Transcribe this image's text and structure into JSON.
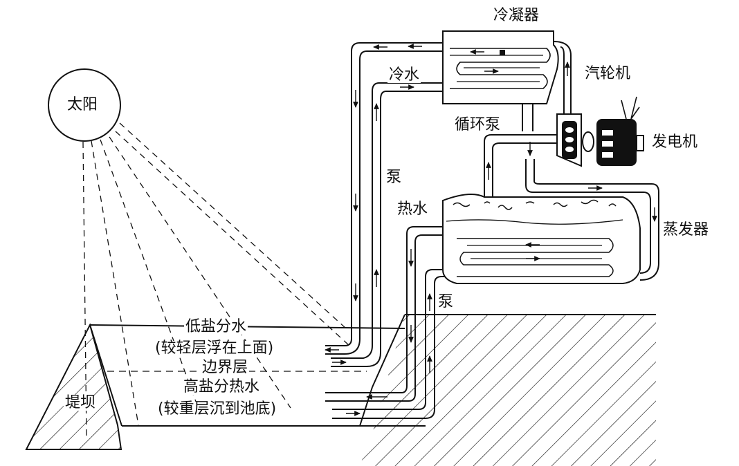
{
  "labels": {
    "sun": "太阳",
    "condenser": "冷凝器",
    "turbine": "汽轮机",
    "cold_water": "冷水",
    "circ_pump": "循环泵",
    "generator": "发电机",
    "pump_upper": "泵",
    "hot_water": "热水",
    "evaporator": "蒸发器",
    "pump_lower": "泵",
    "low_salt": "低盐分水",
    "low_salt_note": "(较轻层浮在上面)",
    "boundary": "边界层",
    "high_salt": "高盐分热水",
    "high_salt_note": "(较重层沉到池底)",
    "dam": "堤坝"
  },
  "colors": {
    "ink": "#111111",
    "background": "#ffffff"
  }
}
